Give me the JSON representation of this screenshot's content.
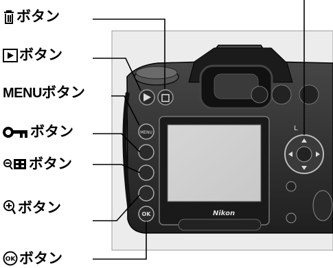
{
  "labels": {
    "delete": "ボタン",
    "playback": "ボタン",
    "menu_word": "MENU",
    "menu": "ボタン",
    "protect": "ボタン",
    "zoom_out": "ボタン",
    "zoom_in": "ボタン",
    "ok": "ボタン"
  },
  "camera": {
    "brand": "Nikon",
    "ok_button_text": "OK",
    "menu_button_text": "MENU",
    "selector_letter": "L"
  },
  "icons": {
    "delete": "trash-icon",
    "playback": "play-icon",
    "protect": "key-icon",
    "zoom_out": "zoom-out-thumbnail-icon",
    "zoom_in": "zoom-in-icon",
    "ok": "ok-circle-icon"
  },
  "colors": {
    "camera_body": "#2b2b2b",
    "background_panel": "#ececec",
    "lines": "#000000"
  }
}
